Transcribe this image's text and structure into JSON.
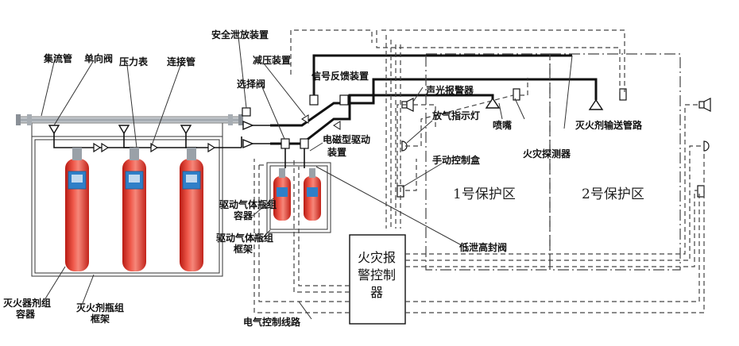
{
  "labels": {
    "collector_pipe": "集流管",
    "check_valve": "单向阀",
    "pressure_gauge": "压力表",
    "connecting_pipe": "连接管",
    "safety_relief": "安全泄放装置",
    "pressure_reducer": "减压装置",
    "selector_valve": "选择阀",
    "signal_feedback": "信号反馈装置",
    "sound_light_alarm": "声光报警器",
    "discharge_indicator": "放气指示灯",
    "nozzle": "喷嘴",
    "extinguishant_pipe": "灭火剂输送管路",
    "fire_detector": "火灾探测器",
    "manual_control_box": "手动控制盒",
    "solenoid_driver_1": "电磁型驱动",
    "solenoid_driver_2": "装置",
    "drive_bottle_container_1": "驱动气体瓶组",
    "drive_bottle_container_2": "容器",
    "drive_bottle_frame_1": "驱动气体瓶组",
    "drive_bottle_frame_2": "框架",
    "low_leak_valve": "低泄高封阀",
    "agent_container_1": "灭火器剂组",
    "agent_container_2": "容器",
    "agent_frame_1": "灭火剂瓶组",
    "agent_frame_2": "框架",
    "electrical_line": "电气控制线路"
  },
  "zones": {
    "zone1": "1号保护区",
    "zone2": "2号保护区"
  },
  "controller": {
    "line1": "火灾报",
    "line2": "警控制",
    "line3": "器"
  },
  "colors": {
    "cylinder_red": "#e8332a",
    "cylinder_highlight": "#f6a59a",
    "label_blue": "#2f7fc8",
    "pipe_gray": "#b9bec4"
  }
}
